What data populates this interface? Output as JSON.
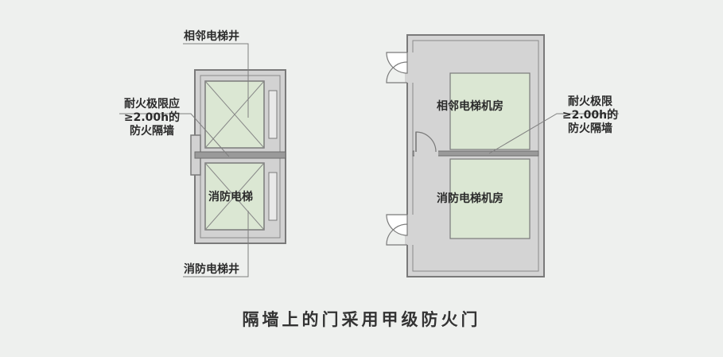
{
  "labels": {
    "adjacent_shaft": "相邻电梯井",
    "wall_left_line1": "耐火极限应",
    "wall_left_line2": "≥2.00h的",
    "wall_left_line3": "防火隔墙",
    "fire_elevator": "消防电梯",
    "fire_shaft": "消防电梯井",
    "adjacent_room": "相邻电梯机房",
    "fire_room": "消防电梯机房",
    "wall_right_line1": "耐火极限",
    "wall_right_line2": "≥2.00h的",
    "wall_right_line3": "防火隔墙"
  },
  "caption": "隔墙上的门采用甲级防火门",
  "colors": {
    "background": "#eef0ee",
    "wall": "#7a7a7a",
    "floor": "#d4d4d4",
    "car": "#dbe7d3",
    "leader": "#7f7f7f"
  }
}
